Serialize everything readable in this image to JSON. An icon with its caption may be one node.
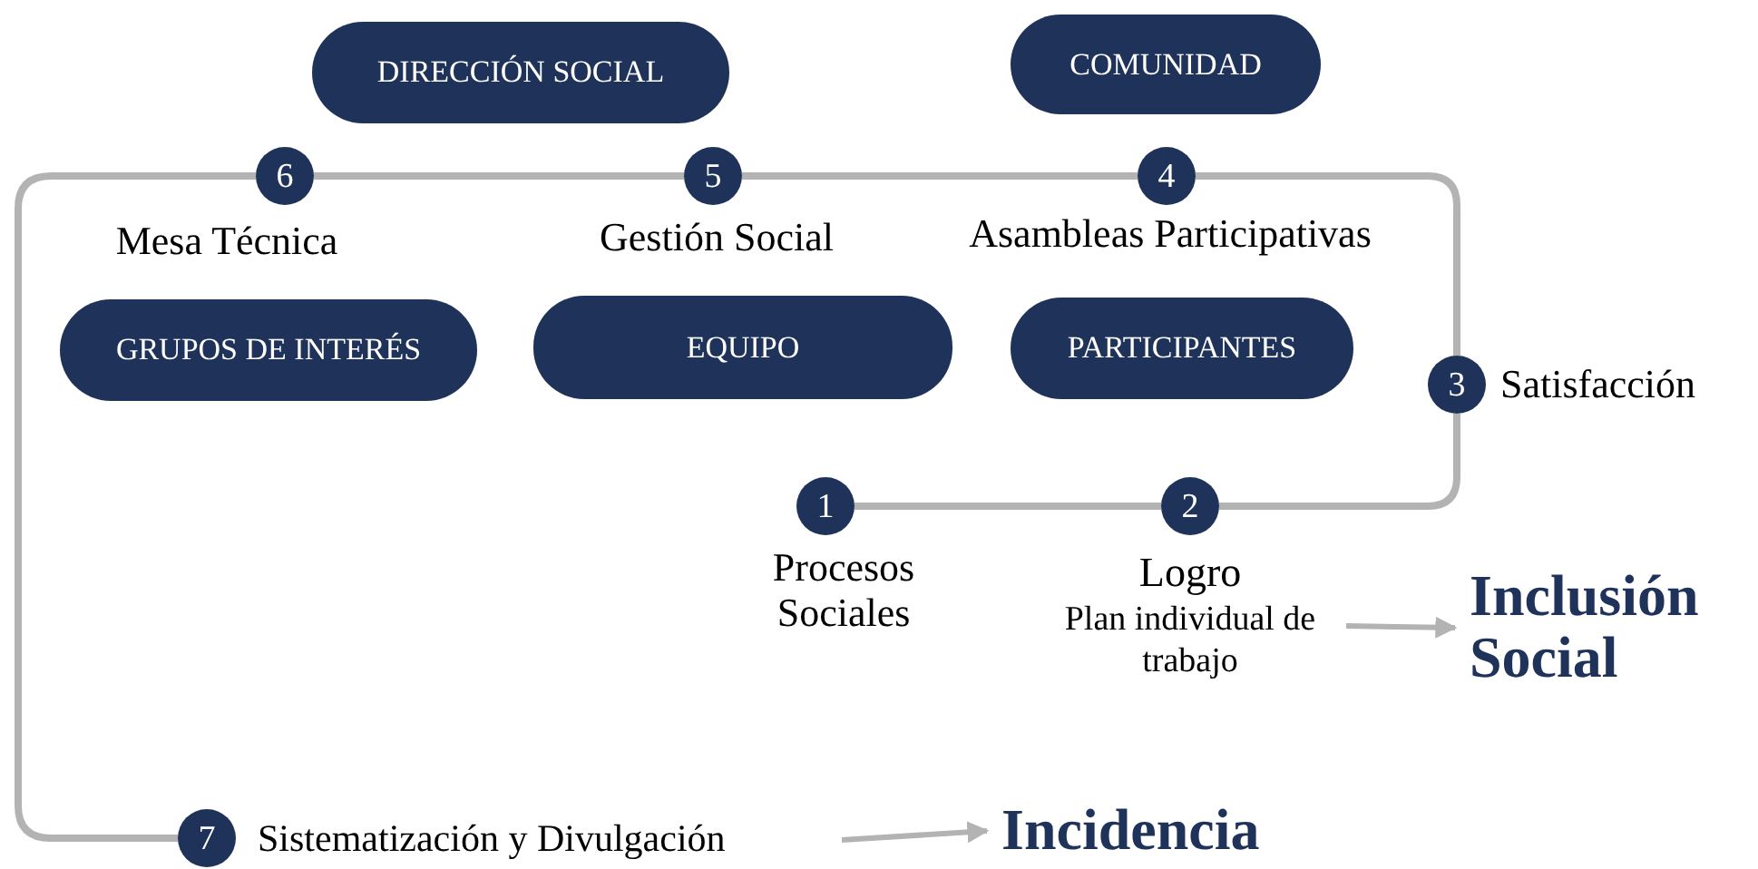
{
  "diagram": {
    "nodes": [
      {
        "text": [
          "DIRECCIÓN SOCIAL"
        ]
      },
      {
        "text": [
          "COMUNIDAD"
        ]
      },
      {
        "text": [
          "6"
        ],
        "beside": [
          "Mesa Técnica"
        ]
      },
      {
        "text": [
          "5"
        ],
        "beside": [
          "Gestión Social"
        ]
      },
      {
        "text": [
          "4"
        ],
        "beside": [
          "Asambleas Participativas"
        ]
      },
      {
        "text": [
          "GRUPOS DE INTERÉS"
        ]
      },
      {
        "text": [
          "EQUIPO"
        ]
      },
      {
        "text": [
          "PARTICIPANTES"
        ]
      },
      {
        "text": [
          "3"
        ],
        "beside": [
          "Satisfacción"
        ]
      },
      {
        "text": [
          "1"
        ],
        "beside": [
          "Procesos Sociales"
        ]
      },
      {
        "text": [
          "2"
        ]
      },
      {
        "text": [
          "Logro",
          "Plan individual de trabajo"
        ]
      },
      {
        "text": [
          "Inclusión Social"
        ]
      },
      {
        "text": [
          "7"
        ]
      },
      {
        "text": [
          "Sistematización y Divulgación"
        ]
      },
      {
        "text": [
          "Incidencia"
        ]
      }
    ],
    "edges": [
      {
        "from": 9,
        "to": 10,
        "arrow": "none"
      },
      {
        "from": 10,
        "to": 8,
        "arrow": "none"
      },
      {
        "from": 8,
        "to": 4,
        "arrow": "none"
      },
      {
        "from": 4,
        "to": 3,
        "arrow": "none"
      },
      {
        "from": 3,
        "to": 2,
        "arrow": "none"
      },
      {
        "from": 2,
        "to": 13,
        "arrow": "none"
      },
      {
        "from": 11,
        "to": 12,
        "arrow": "to"
      },
      {
        "from": 14,
        "to": 15,
        "arrow": "to"
      }
    ]
  }
}
